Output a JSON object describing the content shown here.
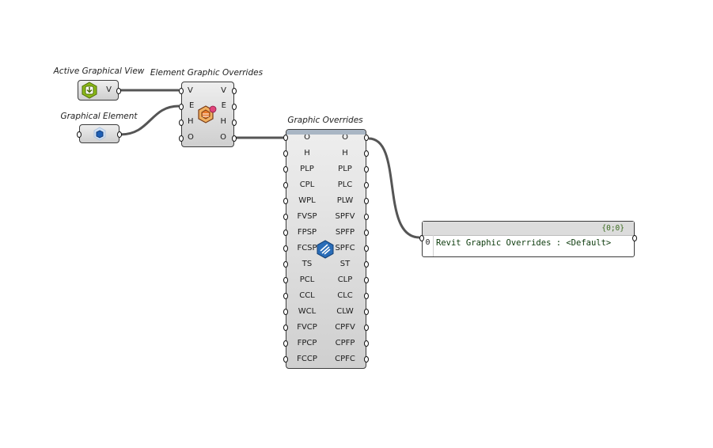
{
  "labels": {
    "active_view": "Active Graphical View",
    "element_overrides": "Element Graphic Overrides",
    "graphical_element": "Graphical Element",
    "graphic_overrides": "Graphic Overrides"
  },
  "active_view": {
    "output": "V"
  },
  "element_overrides": {
    "inputs": [
      "V",
      "E",
      "H",
      "O"
    ],
    "outputs": [
      "V",
      "E",
      "H",
      "O"
    ]
  },
  "graphic_overrides": {
    "inputs": [
      "O",
      "H",
      "PLP",
      "CPL",
      "WPL",
      "FVSP",
      "FPSP",
      "FCSP",
      "TS",
      "PCL",
      "CCL",
      "WCL",
      "FVCP",
      "FPCP",
      "FCCP"
    ],
    "outputs": [
      "O",
      "H",
      "PLP",
      "PLC",
      "PLW",
      "SPFV",
      "SPFP",
      "SPFC",
      "ST",
      "CLP",
      "CLC",
      "CLW",
      "CPFV",
      "CPFP",
      "CPFC"
    ]
  },
  "panel": {
    "path": "{0;0}",
    "index": "0",
    "value": "Revit Graphic Overrides : <Default>"
  },
  "icons": {
    "active_view": "view-download-icon",
    "graphical_element": "element-cube-icon",
    "element_overrides": "element-overrides-icon",
    "graphic_overrides": "graphic-overrides-icon"
  },
  "colors": {
    "wire": "#555555",
    "active_view_icon": "#8ab818",
    "element_icon": "#1e5fb5",
    "overrides_icon": "#e0457a",
    "graphic_overrides_icon": "#2a6db8"
  }
}
